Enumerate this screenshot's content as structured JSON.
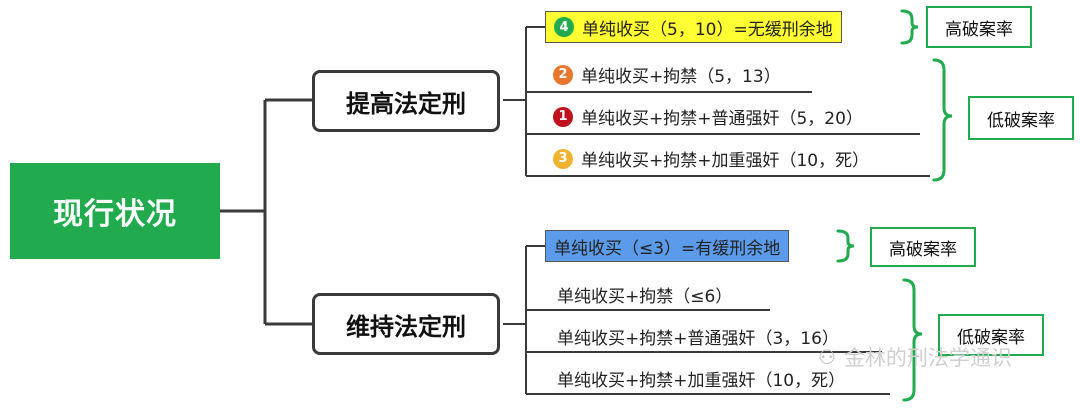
{
  "root": {
    "label": "现行状况"
  },
  "branches": [
    {
      "label": "提高法定刑",
      "leaves": [
        {
          "num": "4",
          "num_color": "#21ab4e",
          "text": "单纯收买（5，10）=无缓刑余地",
          "highlight": "#ffff33"
        },
        {
          "num": "2",
          "num_color": "#e8772e",
          "text": "单纯收买+拘禁（5，13）"
        },
        {
          "num": "1",
          "num_color": "#c0111f",
          "text": "单纯收买+拘禁+普通强奸（5，20）"
        },
        {
          "num": "3",
          "num_color": "#f0b330",
          "text": "单纯收买+拘禁+加重强奸（10，死）"
        }
      ],
      "tags": [
        "高破案率",
        "低破案率"
      ]
    },
    {
      "label": "维持法定刑",
      "leaves": [
        {
          "text": "单纯收买（≤3）=有缓刑余地",
          "highlight": "#5b9bea"
        },
        {
          "text": "单纯收买+拘禁（≤6）"
        },
        {
          "text": "单纯收买+拘禁+普通强奸（3，16）"
        },
        {
          "text": "单纯收买+拘禁+加重强奸（10，死）"
        }
      ],
      "tags": [
        "高破案率",
        "低破案率"
      ]
    }
  ],
  "watermark": {
    "text": "金林的刑法学通识",
    "icon": "wechat-icon"
  },
  "colors": {
    "green": "#21ab4e",
    "line": "#3a3a3a"
  }
}
